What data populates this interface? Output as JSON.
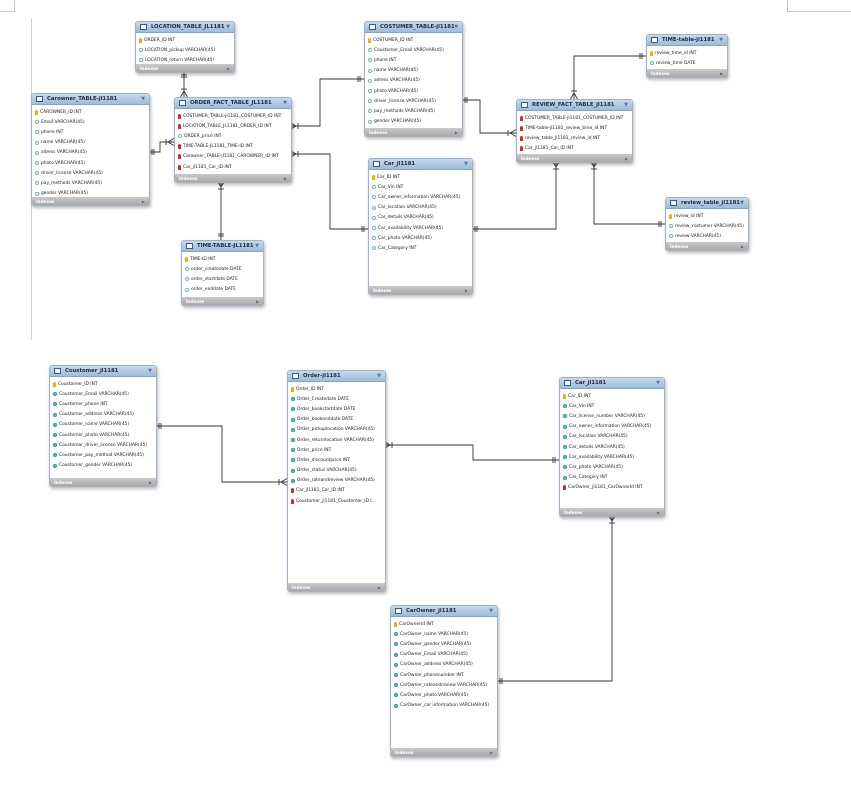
{
  "diagram": {
    "indexes_label": "Indexes",
    "tables": [
      {
        "id": "location_table",
        "title": "LOCATION_TABLE_JL1181",
        "columns": [
          {
            "icon": "pk",
            "text": "ORDER_ID INT"
          },
          {
            "icon": "nl",
            "text": "LOCATION_pickup VARCHAR(45)"
          },
          {
            "icon": "nl",
            "text": "LOCATION_return VARCHAR(45)"
          }
        ]
      },
      {
        "id": "costumer_table",
        "title": "COSTUMER_TABLE-jl1181",
        "columns": [
          {
            "icon": "pk",
            "text": "COSTUMER_ID INT"
          },
          {
            "icon": "nl",
            "text": "Coustomer_Email VARCHAR(45)"
          },
          {
            "icon": "nl",
            "text": "phone INT"
          },
          {
            "icon": "nl",
            "text": "name VARCHAR(45)"
          },
          {
            "icon": "nl",
            "text": "adress VARCHAR(45)"
          },
          {
            "icon": "nl",
            "text": "photo VARCHAR(45)"
          },
          {
            "icon": "nl",
            "text": "driver_license VARCHAR(45)"
          },
          {
            "icon": "nl",
            "text": "pay_methods VARCHAR(45)"
          },
          {
            "icon": "nl",
            "text": "gender VARCHAR(45)"
          }
        ]
      },
      {
        "id": "time_table_top",
        "title": "TIME-table-jl1181",
        "columns": [
          {
            "icon": "pk",
            "text": "review_time_id INT"
          },
          {
            "icon": "nl",
            "text": "review_time DATE"
          }
        ]
      },
      {
        "id": "carowner_table",
        "title": "Carowner_TABLE-jl1181",
        "columns": [
          {
            "icon": "pk",
            "text": "CAROWNER_ID INT"
          },
          {
            "icon": "nl",
            "text": "Email VARCHAR(45)"
          },
          {
            "icon": "nl",
            "text": "phone INT"
          },
          {
            "icon": "nl",
            "text": "name VARCHAR(45)"
          },
          {
            "icon": "nl",
            "text": "adress VARCHAR(45)"
          },
          {
            "icon": "nl",
            "text": "photo VARCHAR(45)"
          },
          {
            "icon": "nl",
            "text": "driver_license VARCHAR(45)"
          },
          {
            "icon": "nl",
            "text": "pay_methods VARCHAR(45)"
          },
          {
            "icon": "nl",
            "text": "gender VARCHAR(45)"
          }
        ]
      },
      {
        "id": "order_fact_table",
        "title": "ORDER_FACT_TABLE_JL1181",
        "columns": [
          {
            "icon": "fk",
            "text": "COSTUMER_TABLE-jl1181_COSTUMER_ID INT"
          },
          {
            "icon": "fk",
            "text": "LOCATION_TABLE_JL1181_ORDER_ID INT"
          },
          {
            "icon": "nl",
            "text": "ORDER_price INT"
          },
          {
            "icon": "fk",
            "text": "TIME-TABLE-JL1181_TIME-ID INT"
          },
          {
            "icon": "fk",
            "text": "Carowner_TABLE-jl1181_CAROWNER_ID INT"
          },
          {
            "icon": "fk",
            "text": "Car_jl1181_Car_ID INT"
          }
        ]
      },
      {
        "id": "review_fact_table",
        "title": "REVIEW_FACT_TABLE_jl1181",
        "columns": [
          {
            "icon": "fk",
            "text": "COSTUMER_TABLE-jl1181_COSTUMER_ID INT"
          },
          {
            "icon": "fk",
            "text": "TIME-table-jl1181_review_time_id INT"
          },
          {
            "icon": "fk",
            "text": "review_table_jl1181_review_id INT"
          },
          {
            "icon": "fk",
            "text": "Car_jl1181_Car_ID INT"
          }
        ]
      },
      {
        "id": "car_top",
        "title": "Car_jl1181",
        "columns": [
          {
            "icon": "pk",
            "text": "Car_ID INT"
          },
          {
            "icon": "nl",
            "text": "Car_Vin INT"
          },
          {
            "icon": "nl",
            "text": "Car_owner_information VARCHAR(45)"
          },
          {
            "icon": "nl",
            "text": "Car_location VARCHAR(45)"
          },
          {
            "icon": "nl",
            "text": "Car_details VARCHAR(45)"
          },
          {
            "icon": "nl",
            "text": "Car_availability VARCHAR(45)"
          },
          {
            "icon": "nl",
            "text": "Car_photo VARCHAR(45)"
          },
          {
            "icon": "nl",
            "text": "Car_Category INT"
          }
        ]
      },
      {
        "id": "review_table",
        "title": "review_table_jl1181",
        "columns": [
          {
            "icon": "pk",
            "text": "review_id INT"
          },
          {
            "icon": "nl",
            "text": "review_costumer VARCHAR(45)"
          },
          {
            "icon": "nl",
            "text": "review VARCHAR(45)"
          }
        ]
      },
      {
        "id": "time_table_order",
        "title": "TIME-TABLE-JL1181",
        "columns": [
          {
            "icon": "pk",
            "text": "TIME-ID INT"
          },
          {
            "icon": "nl",
            "text": "order_createdate DATE"
          },
          {
            "icon": "nl",
            "text": "order_startdate DATE"
          },
          {
            "icon": "nl",
            "text": "order_enddate DATE"
          }
        ]
      },
      {
        "id": "coustomer",
        "title": "Coustomer_jl1181",
        "columns": [
          {
            "icon": "pk",
            "text": "Coustomer_ID INT"
          },
          {
            "icon": "nn",
            "text": "Coustomer_Email VARCHAR(45)"
          },
          {
            "icon": "nn",
            "text": "Coustomer_phone INT"
          },
          {
            "icon": "nn",
            "text": "Coustomer_address VARCHAR(45)"
          },
          {
            "icon": "nn",
            "text": "Coustomer_name VARCHAR(45)"
          },
          {
            "icon": "nn",
            "text": "Coustomer_photo VARCHAR(45)"
          },
          {
            "icon": "nn",
            "text": "Coustomer_driver_license VARCHAR(45)"
          },
          {
            "icon": "nn",
            "text": "Coustomer_pay_method VARCHAR(45)"
          },
          {
            "icon": "nn",
            "text": "Coustomer_gender VARCHAR(45)"
          }
        ]
      },
      {
        "id": "order",
        "title": "Order-jl1181",
        "columns": [
          {
            "icon": "pk",
            "text": "Order_ID INT"
          },
          {
            "icon": "nn",
            "text": "Order_Createdate DATE"
          },
          {
            "icon": "nn",
            "text": "Order_bookstartdate DATE"
          },
          {
            "icon": "nn",
            "text": "Order_bookenddate DATE"
          },
          {
            "icon": "nn",
            "text": "Order_pickuplocation VARCHAR(45)"
          },
          {
            "icon": "nn",
            "text": "Order_returnlocation VARCHAR(45)"
          },
          {
            "icon": "nn",
            "text": "Order_price INT"
          },
          {
            "icon": "nn",
            "text": "Order_discountprice INT"
          },
          {
            "icon": "nn",
            "text": "Order_status VARCHAR(45)"
          },
          {
            "icon": "nn",
            "text": "Order_rateandreview VARCHAR(45)"
          },
          {
            "icon": "fk",
            "text": "Car_jl1181_Car_ID INT"
          },
          {
            "icon": "fk",
            "text": "Coustomer_jl1181_Coustomer_ID I..."
          }
        ]
      },
      {
        "id": "car_bottom",
        "title": "Car_jl1181",
        "columns": [
          {
            "icon": "pk",
            "text": "Car_ID INT"
          },
          {
            "icon": "nn",
            "text": "Car_Vin INT"
          },
          {
            "icon": "nn",
            "text": "Car_license_number VARCHAR(45)"
          },
          {
            "icon": "nn",
            "text": "Car_owner_information VARCHAR(45)"
          },
          {
            "icon": "nn",
            "text": "Car_location VARCHAR(45)"
          },
          {
            "icon": "nn",
            "text": "Car_details VARCHAR(45)"
          },
          {
            "icon": "nn",
            "text": "Car_availability VARCHAR(45)"
          },
          {
            "icon": "nn",
            "text": "Car_photo VARCHAR(45)"
          },
          {
            "icon": "nn",
            "text": "Car_Category INT"
          },
          {
            "icon": "fk",
            "text": "CarOwner_jl1181_CarOwnerId INT"
          }
        ]
      },
      {
        "id": "carowner",
        "title": "CarOwner_jl1181",
        "columns": [
          {
            "icon": "pk",
            "text": "CarOwnerId INT"
          },
          {
            "icon": "nn",
            "text": "CarOwner_name VARCHAR(45)"
          },
          {
            "icon": "nn",
            "text": "CarOwner_gender VARCHAR(45)"
          },
          {
            "icon": "nn",
            "text": "CarOwner_Email VARCHAR(45)"
          },
          {
            "icon": "nn",
            "text": "CarOwner_address VARCHAR(45)"
          },
          {
            "icon": "nn",
            "text": "CarOwner_phonenumber INT"
          },
          {
            "icon": "nn",
            "text": "CarOwner_rateandreview VARCHAR(45)"
          },
          {
            "icon": "nn",
            "text": "CarOwner_photo VARCHAR(45)"
          },
          {
            "icon": "nn",
            "text": "CarOwner_car information VARCHAR(45)"
          }
        ]
      }
    ],
    "relationships": [
      {
        "id": "location_order"
      },
      {
        "id": "time_order"
      },
      {
        "id": "carowner_order"
      },
      {
        "id": "costumer_order"
      },
      {
        "id": "car_order"
      },
      {
        "id": "costumer_review"
      },
      {
        "id": "time_review"
      },
      {
        "id": "car_review"
      },
      {
        "id": "reviewtable_review"
      },
      {
        "id": "coustomer_orderjl"
      },
      {
        "id": "car_orderjl"
      },
      {
        "id": "carowner_car"
      }
    ]
  }
}
